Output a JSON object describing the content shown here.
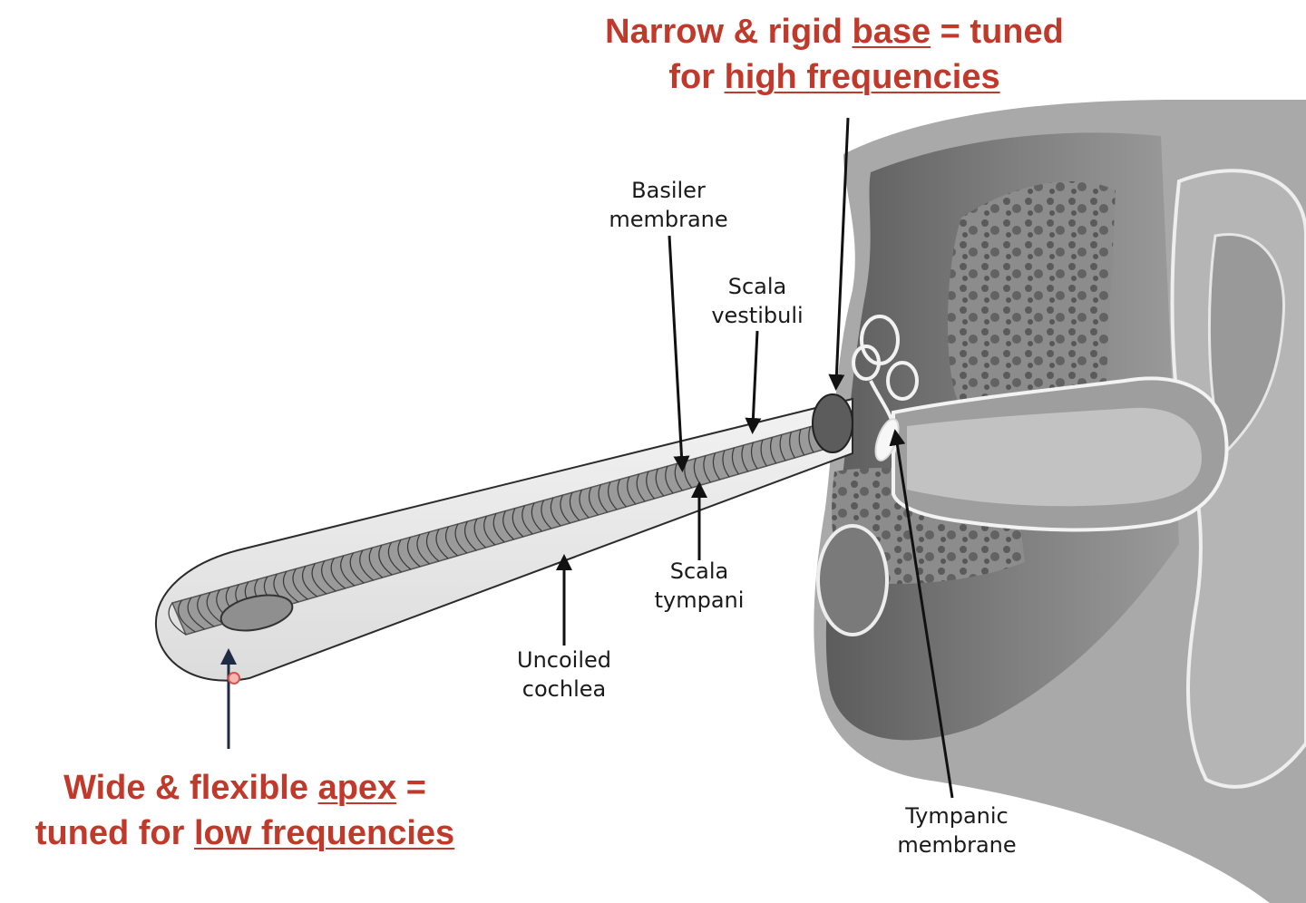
{
  "labels": {
    "basilar": {
      "line1": "Basiler",
      "line2": "membrane"
    },
    "scala_vestibuli": {
      "line1": "Scala",
      "line2": "vestibuli"
    },
    "scala_tympani": {
      "line1": "Scala",
      "line2": "tympani"
    },
    "uncoiled_cochlea": {
      "line1": "Uncoiled",
      "line2": "cochlea"
    },
    "tympanic_membrane": {
      "line1": "Tympanic",
      "line2": "membrane"
    }
  },
  "notes": {
    "base": {
      "part1": "Narrow & rigid ",
      "part2": "base",
      "part3": " = tuned",
      "part4": "for ",
      "part5": "high frequencies"
    },
    "apex": {
      "part1": "Wide & flexible ",
      "part2": "apex",
      "part3": " =",
      "part4": "tuned for ",
      "part5": "low frequencies"
    }
  },
  "colors": {
    "annotation": "#c0392b",
    "label": "#1a1a1a",
    "cochlea_fill": "#e9e9e9",
    "membrane": "#8a8a8a",
    "ear_dark": "#6f6f6f",
    "ear_light": "#bdbdbd"
  }
}
